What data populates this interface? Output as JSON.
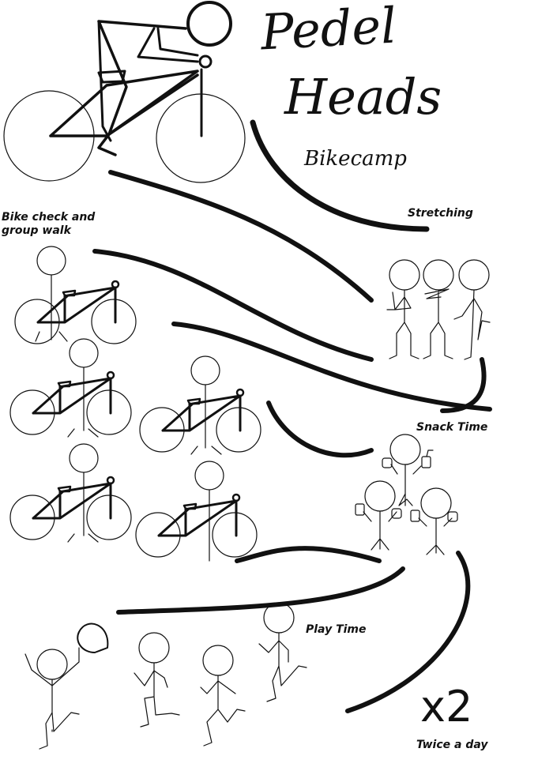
{
  "title": {
    "line1": "Pedel",
    "line2": "Heads",
    "subtitle": "Bikecamp"
  },
  "sections": [
    {
      "id": "bike-check",
      "label": "Bike check and group walk",
      "line1": "Bike check and",
      "line2": "group walk",
      "figures": 5
    },
    {
      "id": "stretching",
      "label": "Stretching",
      "figures": 3
    },
    {
      "id": "snack-time",
      "label": "Snack Time",
      "figures": 3
    },
    {
      "id": "play-time",
      "label": "Play Time",
      "figures": 4
    }
  ],
  "repeat": {
    "multiplier": "x2",
    "caption": "Twice a day"
  },
  "colors": {
    "ink": "#111111",
    "background": "#ffffff"
  }
}
